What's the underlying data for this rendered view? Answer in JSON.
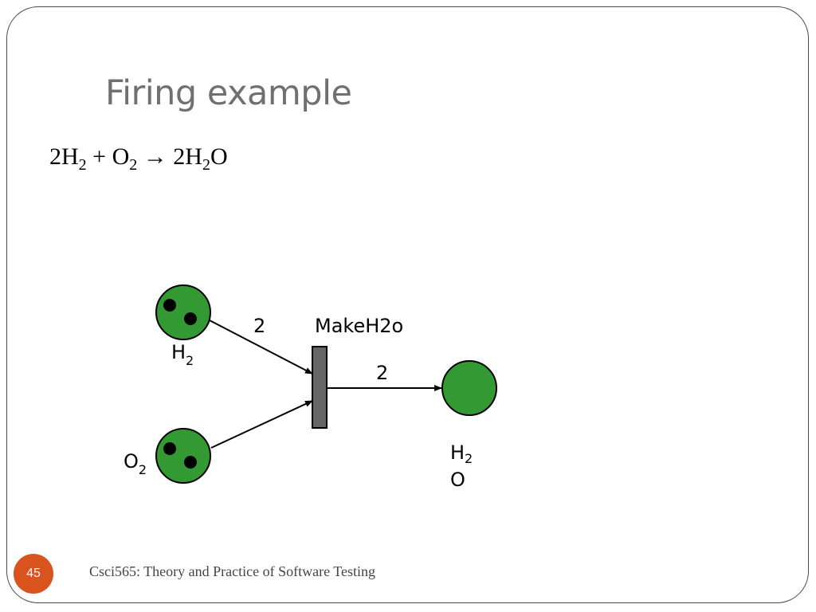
{
  "slide": {
    "title": "Firing example",
    "equation": {
      "c1": "2H",
      "s1": "2",
      "c2": " + O",
      "s2": "2",
      "arrow": " → ",
      "c3": "2H",
      "s3": "2",
      "c4": "O"
    },
    "page_number": "45",
    "footer": "Csci565: Theory and Practice of Software Testing"
  },
  "diagram": {
    "colors": {
      "place_fill": "#339933",
      "transition_fill": "#666666",
      "token": "#000000"
    },
    "places": {
      "h2": {
        "label": "H",
        "label_sub": "2",
        "tokens": 2
      },
      "o2": {
        "label": "O",
        "label_sub": "2",
        "tokens": 2
      },
      "h2o": {
        "label_line1": "H",
        "label_sub": "2",
        "label_line2": "O",
        "tokens": 0
      }
    },
    "transition": {
      "label": "MakeH2o"
    },
    "arcs": {
      "h2_weight": "2",
      "out_weight": "2"
    }
  }
}
